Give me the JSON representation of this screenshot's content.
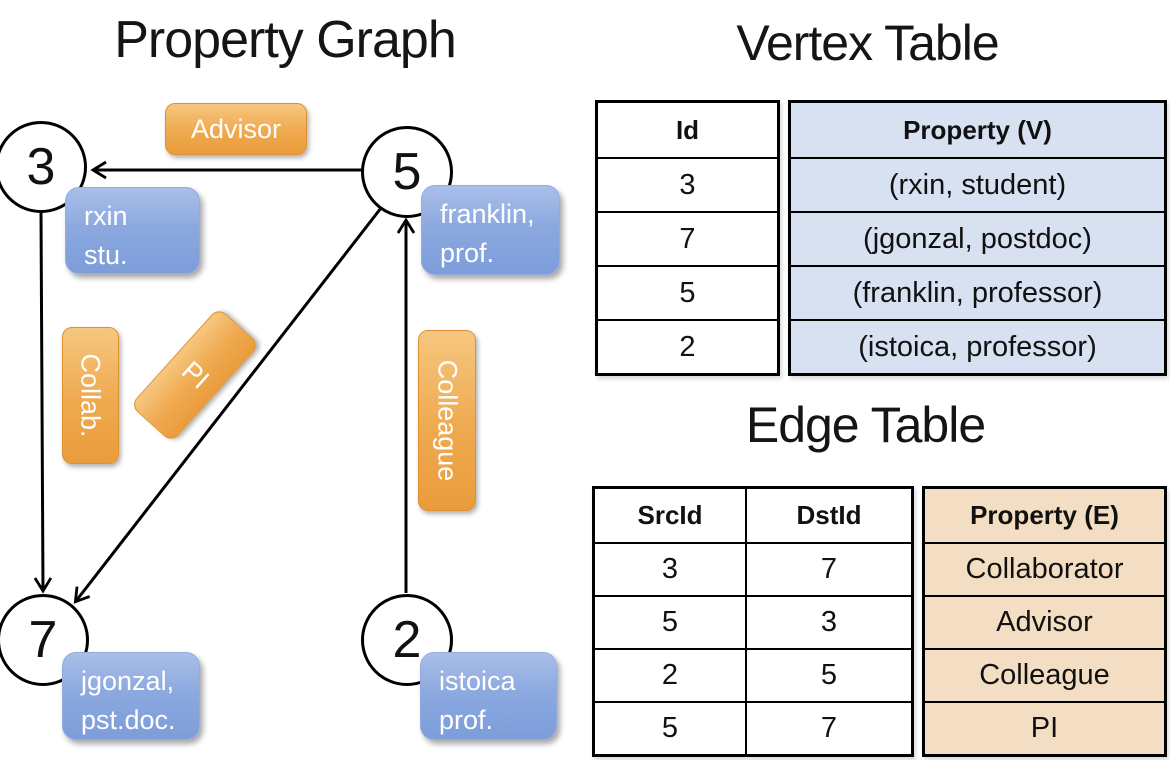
{
  "titles": {
    "graph": "Property Graph",
    "vertex_table": "Vertex Table",
    "edge_table": "Edge Table"
  },
  "graph": {
    "nodes": [
      {
        "id": "3",
        "property_line1": "rxin",
        "property_line2": "stu."
      },
      {
        "id": "5",
        "property_line1": "franklin,",
        "property_line2": "prof."
      },
      {
        "id": "7",
        "property_line1": "jgonzal,",
        "property_line2": "pst.doc."
      },
      {
        "id": "2",
        "property_line1": "istoica",
        "property_line2": "prof."
      }
    ],
    "edge_labels": {
      "advisor": "Advisor",
      "collab": "Collab.",
      "pi": "PI",
      "colleague": "Colleague"
    },
    "edges": [
      {
        "src": "5",
        "dst": "3",
        "label": "Advisor"
      },
      {
        "src": "3",
        "dst": "7",
        "label": "Collab."
      },
      {
        "src": "5",
        "dst": "7",
        "label": "PI"
      },
      {
        "src": "2",
        "dst": "5",
        "label": "Colleague"
      }
    ]
  },
  "vertex_table": {
    "headers": {
      "id": "Id",
      "property": "Property (V)"
    },
    "rows": [
      {
        "id": "3",
        "property": "(rxin, student)"
      },
      {
        "id": "7",
        "property": "(jgonzal, postdoc)"
      },
      {
        "id": "5",
        "property": "(franklin, professor)"
      },
      {
        "id": "2",
        "property": "(istoica, professor)"
      }
    ]
  },
  "edge_table": {
    "headers": {
      "src": "SrcId",
      "dst": "DstId",
      "property": "Property (E)"
    },
    "rows": [
      {
        "src": "3",
        "dst": "7",
        "property": "Collaborator"
      },
      {
        "src": "5",
        "dst": "3",
        "property": "Advisor"
      },
      {
        "src": "2",
        "dst": "5",
        "property": "Colleague"
      },
      {
        "src": "5",
        "dst": "7",
        "property": "PI"
      }
    ]
  },
  "colors": {
    "edge_label_fill": "#F0A64E",
    "vertex_box_fill": "#8CA9DF",
    "vertex_table_property_bg": "#D8E1F1",
    "edge_table_property_bg": "#F4DEC3",
    "line": "#000000"
  }
}
